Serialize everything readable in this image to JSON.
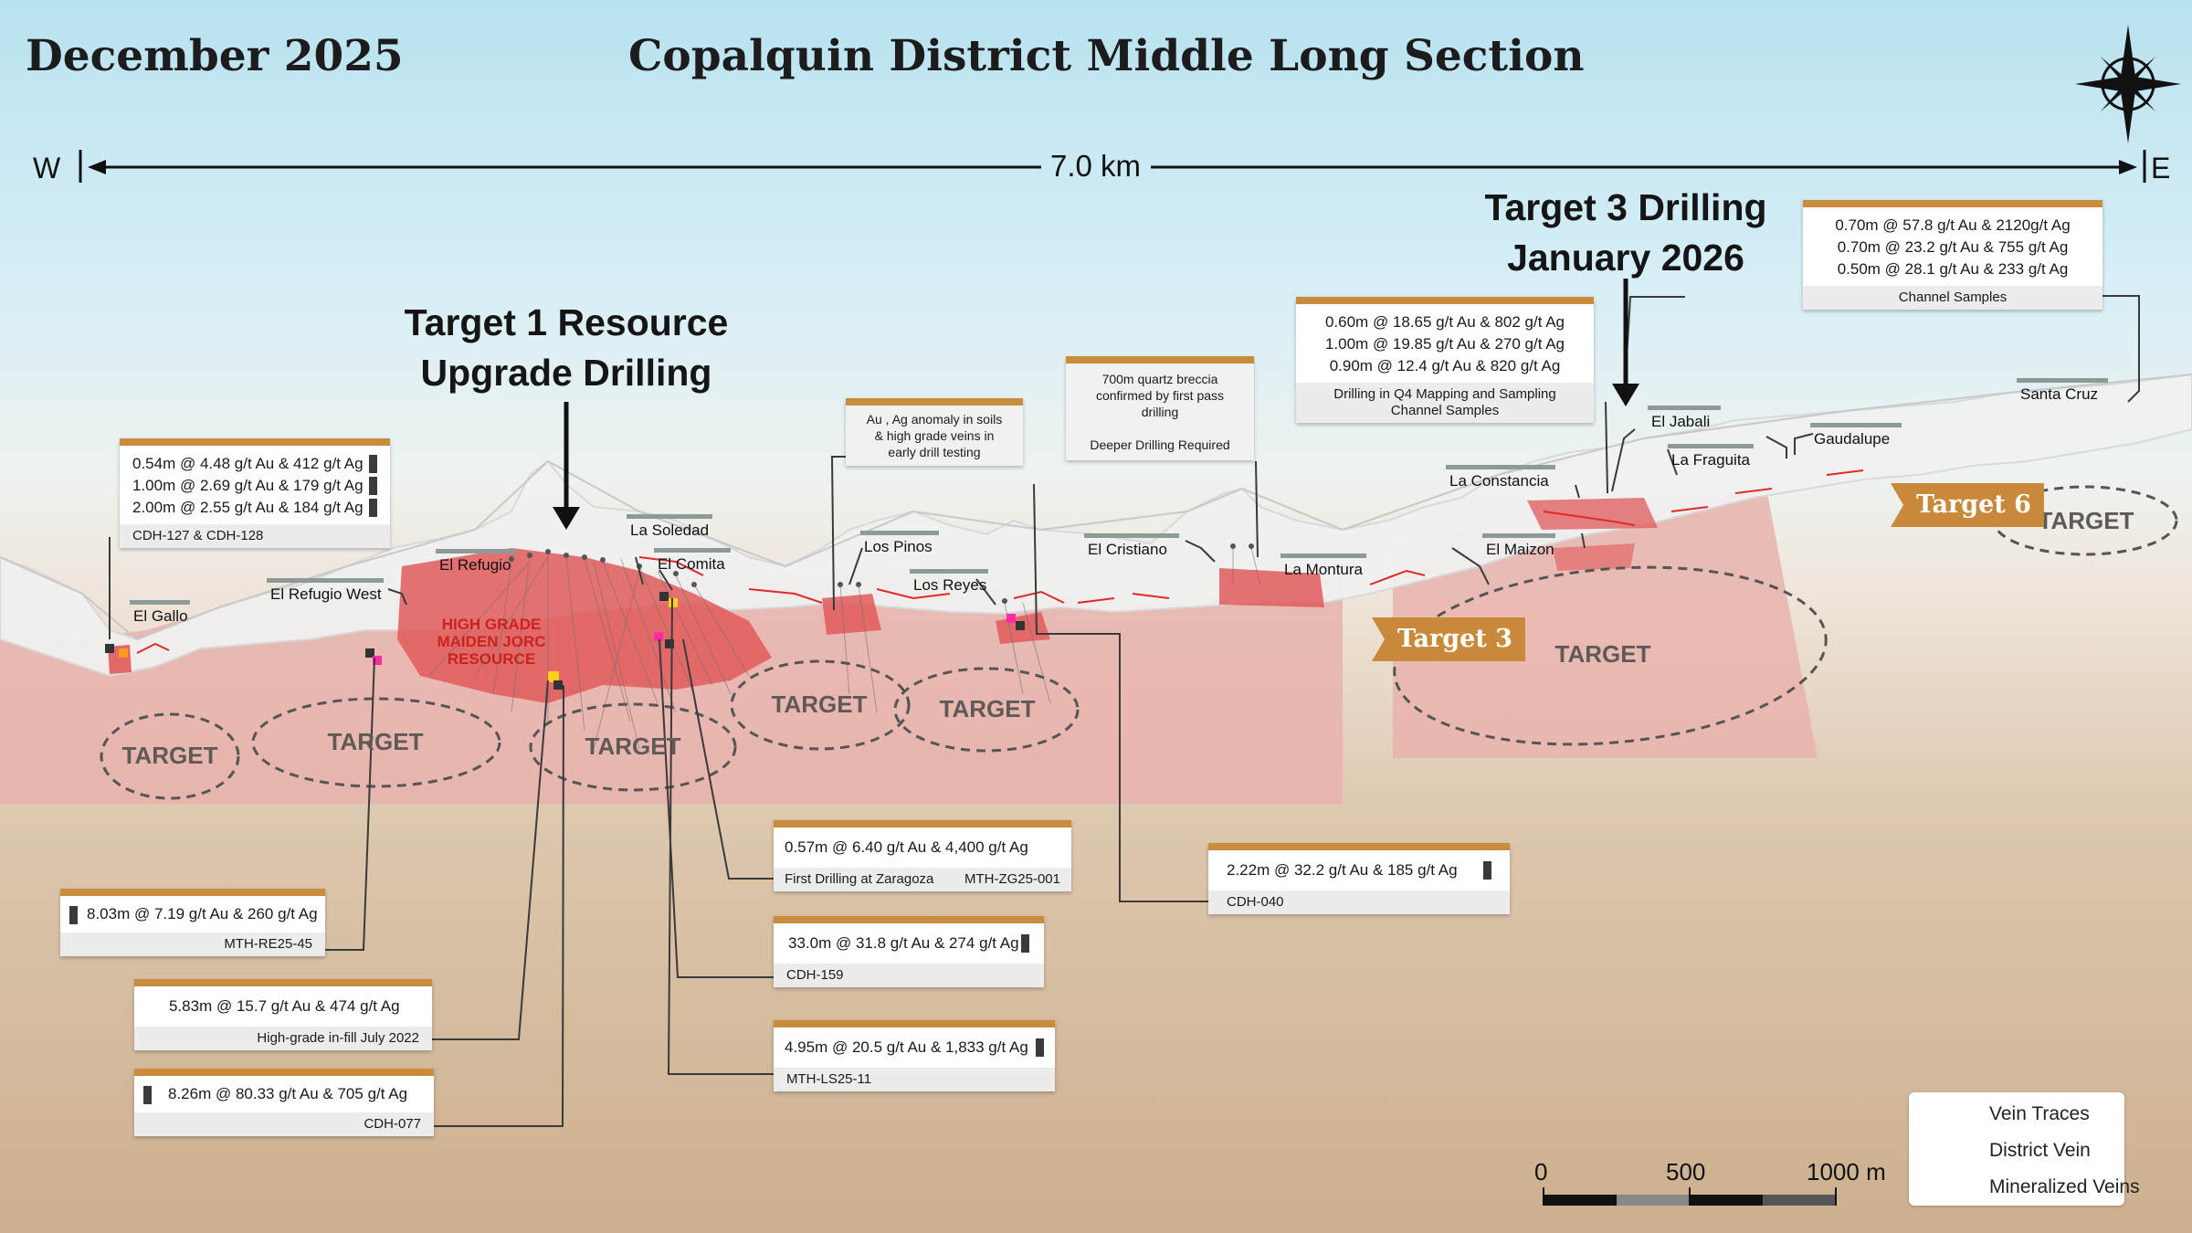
{
  "header": {
    "date": "December 2025",
    "title": "Copalquin District Middle Long Section"
  },
  "axis": {
    "west": "W",
    "east": "E",
    "length": "7.0 km"
  },
  "callouts": {
    "target1": [
      "Target 1 Resource",
      "Upgrade Drilling"
    ],
    "target3": [
      "Target 3 Drilling",
      "January 2026"
    ]
  },
  "resource_label": [
    "HIGH GRADE",
    "MAIDEN JORC",
    "RESOURCE"
  ],
  "locations": [
    {
      "id": "el-gallo",
      "label": "El Gallo"
    },
    {
      "id": "el-refugio-west",
      "label": "El Refugio West"
    },
    {
      "id": "el-refugio",
      "label": "El Refugio"
    },
    {
      "id": "la-soledad",
      "label": "La Soledad"
    },
    {
      "id": "el-comita",
      "label": "El Comita"
    },
    {
      "id": "los-pinos",
      "label": "Los Pinos"
    },
    {
      "id": "los-reyes",
      "label": "Los Reyes"
    },
    {
      "id": "el-cristiano",
      "label": "El Cristiano"
    },
    {
      "id": "la-montura",
      "label": "La Montura"
    },
    {
      "id": "la-constancia",
      "label": "La Constancia"
    },
    {
      "id": "el-maizon",
      "label": "El Maizon"
    },
    {
      "id": "el-jabali",
      "label": "El Jabali"
    },
    {
      "id": "la-fraguita",
      "label": "La Fraguita"
    },
    {
      "id": "gaudalupe",
      "label": "Gaudalupe"
    },
    {
      "id": "santa-cruz",
      "label": "Santa Cruz"
    }
  ],
  "target_label": "TARGET",
  "badges": {
    "target3": "Target 3",
    "target6": "Target 6"
  },
  "cards": {
    "cdh127": {
      "rows": [
        "0.54m @ 4.48 g/t Au & 412 g/t Ag",
        "1.00m @ 2.69 g/t Au & 179 g/t Ag",
        "2.00m @ 2.55 g/t Au & 184 g/t Ag"
      ],
      "foot": "CDH-127 & CDH-128"
    },
    "re2545": {
      "rows": [
        "8.03m @ 7.19 g/t Au & 260 g/t Ag"
      ],
      "foot": "MTH-RE25-45"
    },
    "infill": {
      "rows": [
        "5.83m @ 15.7 g/t Au & 474 g/t Ag"
      ],
      "foot": "High-grade in-fill July 2022"
    },
    "cdh077": {
      "rows": [
        "8.26m @ 80.33 g/t Au & 705 g/t Ag"
      ],
      "foot": "CDH-077"
    },
    "zaragoza": {
      "rows": [
        "0.57m @ 6.40 g/t Au & 4,400 g/t Ag"
      ],
      "foot_left": "First Drilling at Zaragoza",
      "foot_right": "MTH-ZG25-001"
    },
    "cdh159": {
      "rows": [
        "33.0m @ 31.8 g/t Au & 274 g/t Ag"
      ],
      "foot": "CDH-159"
    },
    "ls2511": {
      "rows": [
        "4.95m @ 20.5 g/t Au & 1,833 g/t Ag"
      ],
      "foot": "MTH-LS25-11"
    },
    "cdh040": {
      "rows": [
        "2.22m @ 32.2 g/t Au & 185 g/t Ag"
      ],
      "foot": "CDH-040"
    },
    "soils": {
      "rows": [
        "Au , Ag anomaly in soils",
        "& high grade veins in",
        "early drill testing"
      ]
    },
    "breccia": {
      "rows": [
        "700m quartz breccia",
        "confirmed by first pass",
        "drilling",
        "",
        "Deeper Drilling Required"
      ]
    },
    "q4": {
      "rows": [
        "0.60m @ 18.65 g/t Au & 802 g/t Ag",
        "1.00m @ 19.85 g/t Au & 270 g/t Ag",
        "0.90m @ 12.4 g/t Au & 820 g/t Ag"
      ],
      "foot": [
        "Drilling in Q4 Mapping and Sampling",
        "Channel Samples"
      ]
    },
    "channel": {
      "rows": [
        "0.70m @ 57.8 g/t Au & 2120g/t Ag",
        "0.70m @ 23.2 g/t Au & 755 g/t Ag",
        "0.50m @ 28.1 g/t Au & 233 g/t Ag"
      ],
      "foot": "Channel Samples"
    }
  },
  "legend": {
    "vein_traces": "Vein Traces",
    "district_vein": "District Vein",
    "mineralized_veins": "Mineralized Veins"
  },
  "scale": {
    "labels": [
      "0",
      "500",
      "1000 m"
    ]
  },
  "colors": {
    "accent": "#c98c3c",
    "district_vein": "#e8b1ad",
    "mineralized": "#e36060",
    "vein_trace": "#e02a2a"
  },
  "icons": {
    "compass": "compass-rose-icon",
    "drill": "drill-marker-icon"
  }
}
